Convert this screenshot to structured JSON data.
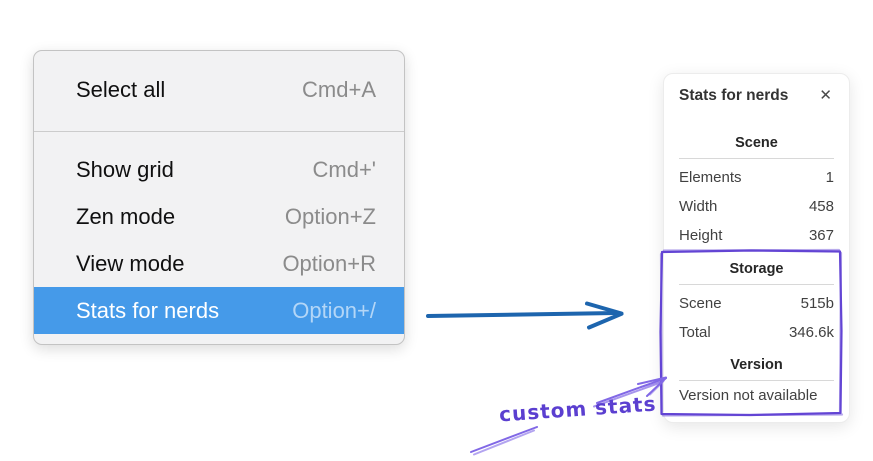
{
  "menu": {
    "items": [
      {
        "label": "Select all",
        "shortcut": "Cmd+A"
      },
      {
        "label": "Show grid",
        "shortcut": "Cmd+'"
      },
      {
        "label": "Zen mode",
        "shortcut": "Option+Z"
      },
      {
        "label": "View mode",
        "shortcut": "Option+R"
      },
      {
        "label": "Stats for nerds",
        "shortcut": "Option+/"
      }
    ],
    "highlighted_item": "Stats for nerds"
  },
  "panel": {
    "title": "Stats for nerds",
    "close_icon": "✕",
    "sections": [
      {
        "heading": "Scene",
        "rows": [
          {
            "label": "Elements",
            "value": "1"
          },
          {
            "label": "Width",
            "value": "458"
          },
          {
            "label": "Height",
            "value": "367"
          }
        ]
      },
      {
        "heading": "Storage",
        "rows": [
          {
            "label": "Scene",
            "value": "515b"
          },
          {
            "label": "Total",
            "value": "346.6k"
          }
        ]
      },
      {
        "heading": "Version",
        "note": "Version not available"
      }
    ]
  },
  "annotation": {
    "label": "custom stats"
  },
  "colors": {
    "menu_highlight": "#459ae9",
    "menu_highlight_shortcut": "#b3d6f7",
    "arrow_blue": "#1d65ae",
    "annotation_violet": "#6345d4",
    "annotation_violet_light": "#8168e6",
    "annotation_violet_dark": "#5b3fd0"
  }
}
